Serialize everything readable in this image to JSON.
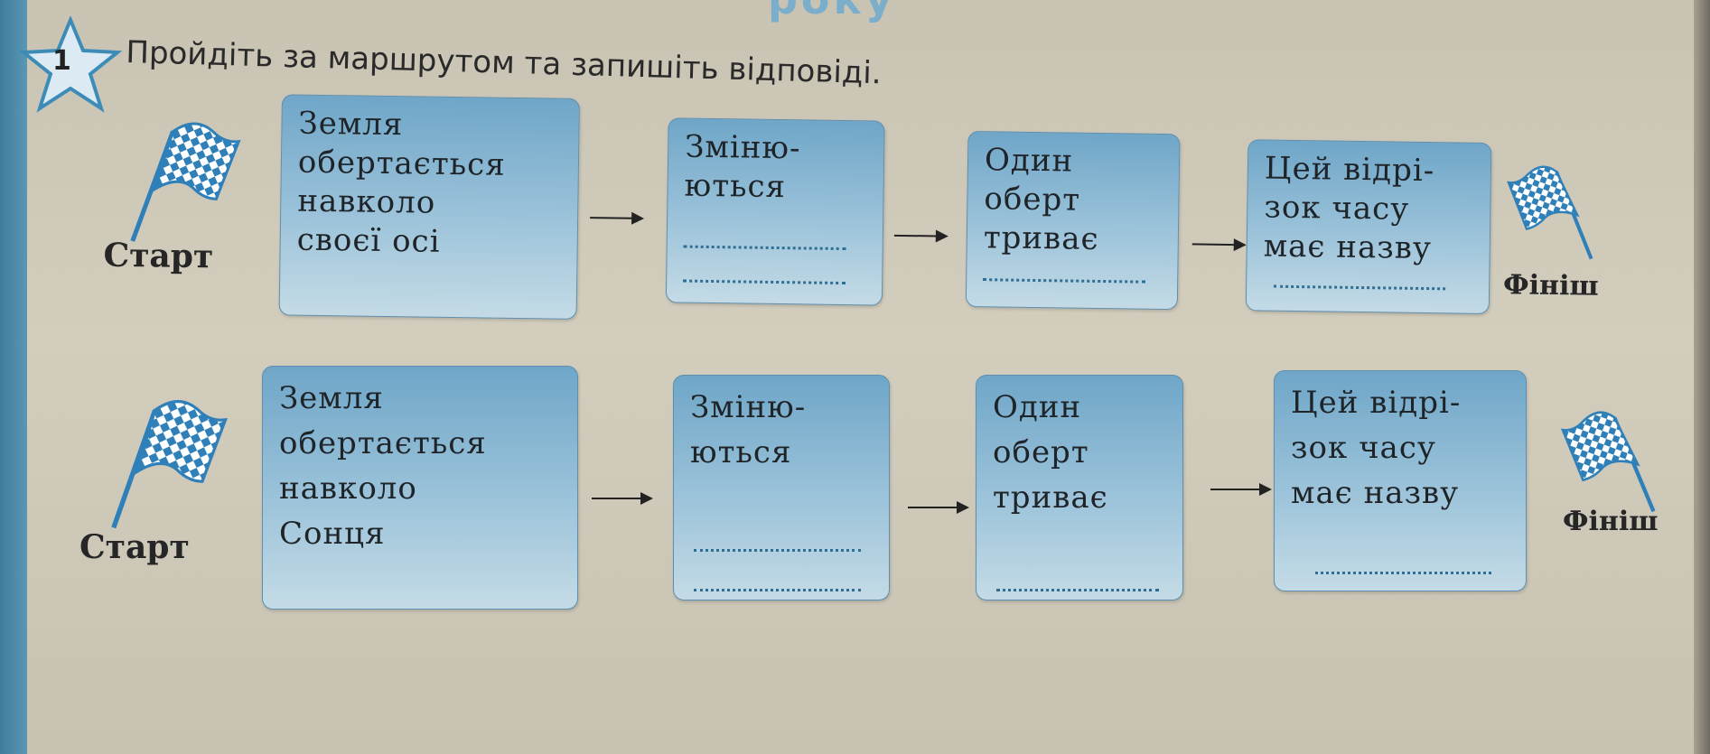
{
  "header": {
    "partial_title": "року",
    "task_number": "1",
    "instruction": "Пройдіть за маршрутом та запишіть відповіді."
  },
  "rows": [
    {
      "start_label": "Старт",
      "finish_label": "Фініш",
      "cards": [
        {
          "lines": [
            "Земля",
            "обертається",
            "навколо",
            "своєї осі"
          ]
        },
        {
          "lines": [
            "Зміню-",
            "ються"
          ]
        },
        {
          "lines": [
            "Один",
            "оберт",
            "триває"
          ]
        },
        {
          "lines": [
            "Цей відрі-",
            "зок часу",
            "має назву"
          ]
        }
      ]
    },
    {
      "start_label": "Старт",
      "finish_label": "Фініш",
      "cards": [
        {
          "lines": [
            "Земля",
            "обертається",
            "навколо",
            "Сонця"
          ]
        },
        {
          "lines": [
            "Зміню-",
            "ються"
          ]
        },
        {
          "lines": [
            "Один",
            "оберт",
            "триває"
          ]
        },
        {
          "lines": [
            "Цей відрі-",
            "зок часу",
            "має назву"
          ]
        }
      ]
    }
  ],
  "colors": {
    "card_top": "#6fa6c8",
    "card_bottom": "#c4dbe6",
    "flag_blue": "#2f7fb8",
    "page_edge": "#3e7d9c"
  },
  "icons": {
    "start_flag": "checkered-flag-icon",
    "finish_flag": "checkered-flag-icon",
    "step_arrow": "right-arrow-icon",
    "task_marker": "star-icon"
  }
}
